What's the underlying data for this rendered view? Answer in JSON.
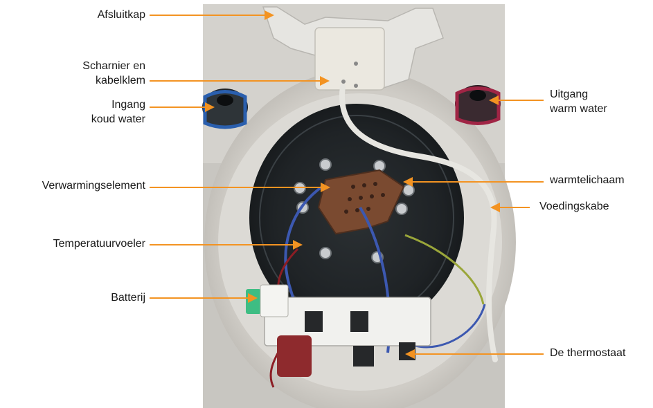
{
  "colors": {
    "leader": "#f39322",
    "text": "#1a1a1a",
    "background": "#ffffff"
  },
  "labels": {
    "afsluitkap": "Afsluitkap",
    "scharnier_line1": "Scharnier en",
    "scharnier_line2": "kabelklem",
    "ingang_line1": "Ingang",
    "ingang_line2": "koud water",
    "verwarmingselement": "Verwarmingselement",
    "temperatuurvoeler": "Temperatuurvoeler",
    "batterij": "Batterij",
    "uitgang_line1": "Uitgang",
    "uitgang_line2": "warm water",
    "warmtelichaam": "warmtelichaam",
    "voedingskabel": "Voedingskabe",
    "thermostaat": "De thermostaat"
  }
}
